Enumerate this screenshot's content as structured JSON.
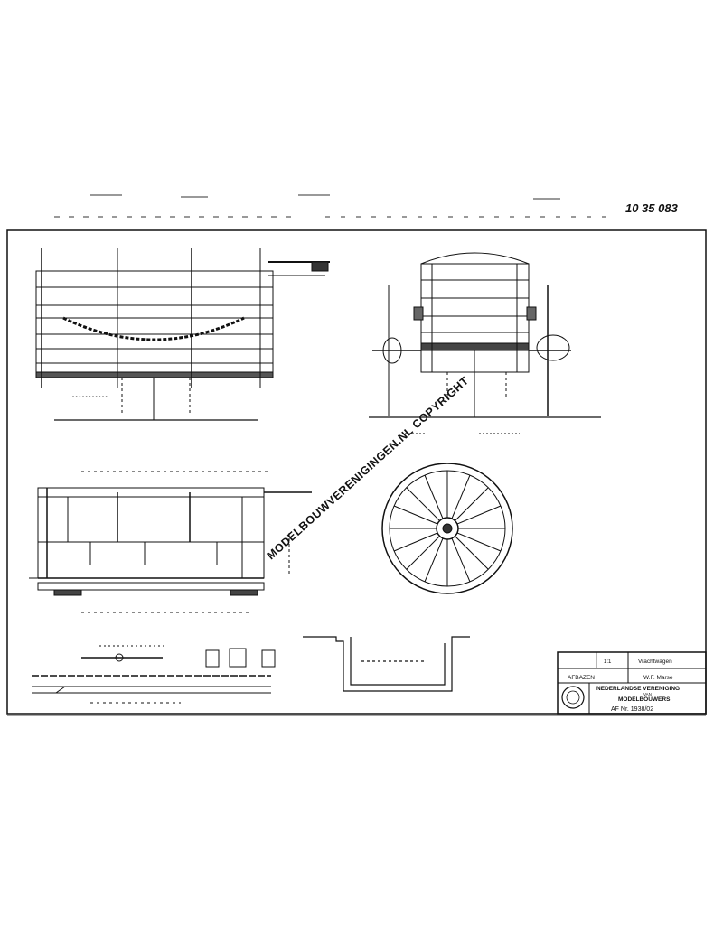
{
  "sheet": {
    "drawing_number": "10 35 083",
    "title_lines": [
      "NEDERLANDSE VERENIGING",
      "VAN",
      "MODELBOUWERS"
    ],
    "item_name": "Vrachtwagen",
    "drafter": "W.F. Marse",
    "material": "AFBAZEN",
    "archive_number": "AF Nr. 1938/02",
    "scale": "1:1"
  },
  "watermark": {
    "text": "MODELBOUWVERENIGINGEN.NL COPYRIGHT"
  },
  "colors": {
    "ink": "#111111",
    "paper": "#ffffff",
    "watermark": "#b9b9b9"
  }
}
